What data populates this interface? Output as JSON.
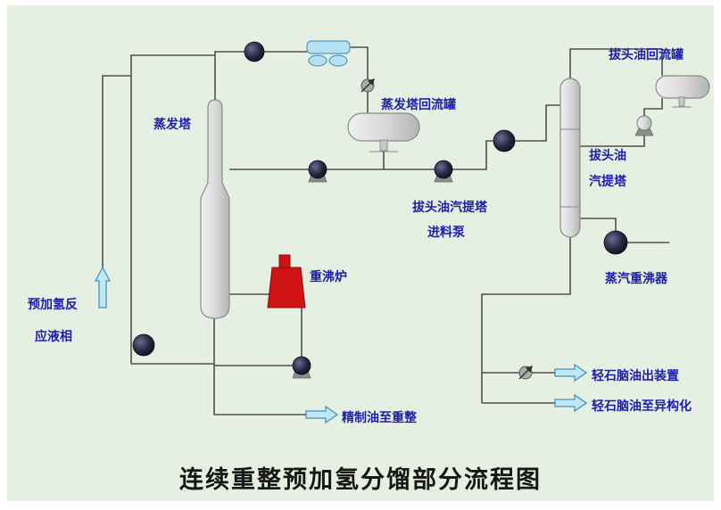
{
  "title": "连续重整预加氢分馏部分流程图",
  "colors": {
    "background": "#e6f0e2",
    "pipe": "#4f4f4f",
    "vessel_stroke": "#8a8a8a",
    "condenser_fill": "#b5e0ef",
    "condenser_stroke": "#5b9ab5",
    "furnace_fill": "#cf1212",
    "furnace_stroke": "#8a0b0b",
    "sphere_dark": "#14142b",
    "pump_base": "#8c8c8c",
    "valve_fill": "#ababab",
    "arrow_fill": "#c2e7f4",
    "arrow_stroke": "#4593bd",
    "label_color": "#1c1cae",
    "title_color": "#161616"
  },
  "labels": {
    "feed_top": "预加氢反",
    "feed_bottom": "应液相",
    "evap_tower": "蒸发塔",
    "evap_reflux_drum": "蒸发塔回流罐",
    "reboiler_furnace": "重沸炉",
    "feed_pump_line1": "拔头油汽提塔",
    "feed_pump_line2": "进料泵",
    "overhead_reflux_drum": "拔头油回流罐",
    "stripper_line1": "拔头油",
    "stripper_line2": "汽提塔",
    "steam_reboiler": "蒸汽重沸器",
    "refined_oil": "精制油至重整",
    "naphtha_out": "轻石脑油出装置",
    "naphtha_isom": "轻石脑油至异构化"
  }
}
